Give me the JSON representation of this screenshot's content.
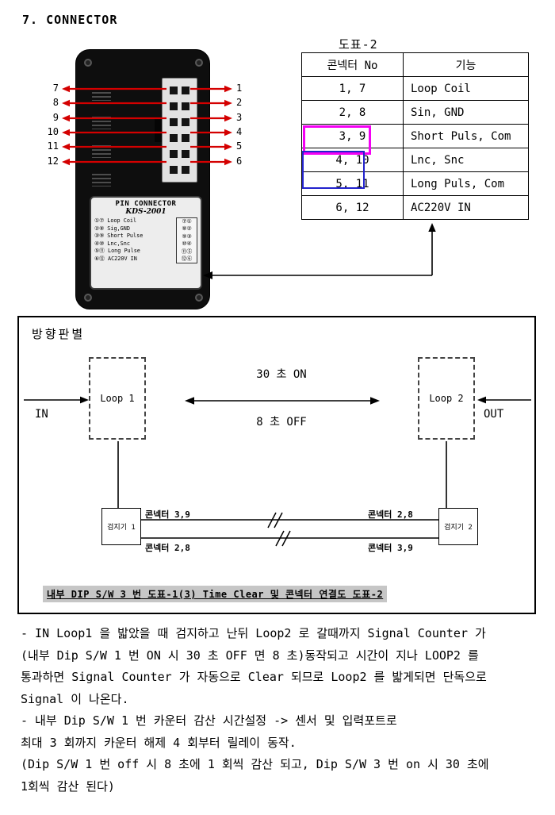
{
  "page": {
    "heading": "7. CONNECTOR"
  },
  "colors": {
    "arrow_red": "#d40000",
    "annotation_magenta": "#f400f4",
    "annotation_blue": "#2222cc",
    "caption_bg": "#c6c6c6"
  },
  "device": {
    "left_pins": [
      "7",
      "8",
      "9",
      "10",
      "11",
      "12"
    ],
    "right_pins": [
      "1",
      "2",
      "3",
      "4",
      "5",
      "6"
    ],
    "panel": {
      "title": "PIN CONNECTOR",
      "model": "KDS-2001",
      "pin_functions": [
        "①⑦ Loop Coil",
        "②⑧ Sig,GND",
        "③⑨ Short Pulse",
        "④⑩ Lnc,Snc",
        "⑤⑪ Long Pulse",
        "⑥⑫ AC220V IN"
      ],
      "pin_grid": [
        "⑦①",
        "⑧②",
        "⑨③",
        "⑩④",
        "⑪⑤",
        "⑫⑥"
      ]
    }
  },
  "table": {
    "title": "도표-2",
    "col_no": "콘넥터 No",
    "col_func": "기능",
    "rows": [
      {
        "no": "1, 7",
        "func": "Loop Coil"
      },
      {
        "no": "2, 8",
        "func": "Sin, GND"
      },
      {
        "no": "3, 9",
        "func": "Short Puls, Com"
      },
      {
        "no": "4, 10",
        "func": "Lnc, Snc"
      },
      {
        "no": "5, 11",
        "func": "Long Puls, Com"
      },
      {
        "no": "6, 12",
        "func": "AC220V IN"
      }
    ]
  },
  "diagram": {
    "title": "방향판별",
    "loop1": "Loop 1",
    "loop2": "Loop 2",
    "in": "IN",
    "out": "OUT",
    "on_time": "30 초 ON",
    "off_time": "8 초 OFF",
    "detector1": "검지기 1",
    "detector2": "검지기 2",
    "wire_top_left": "콘넥터 3,9",
    "wire_top_right": "콘넥터 2,8",
    "wire_bottom_left": "콘넥터 2,8",
    "wire_bottom_right": "콘넥터 3,9",
    "caption": "내부 DIP S/W 3 번 도표-1(3) Time Clear 및 콘넥터 연결도 도표-2"
  },
  "body": {
    "lines": [
      "- IN Loop1 을 밟았을 때 검지하고 난뒤 Loop2 로 갈때까지 Signal Counter 가",
      "(내부 Dip S/W 1 번 ON 시 30 초 OFF 면 8 초)동작되고 시간이 지나 LOOP2 를",
      "통과하면 Signal Counter 가 자동으로 Clear 되므로 Loop2 를 밟게되면 단독으로",
      "Signal 이 나온다.",
      "- 내부 Dip S/W 1 번 카운터 감산 시간설정 -> 센서 및 입력포트로",
      "최대 3 회까지 카운터 해제 4 회부터 릴레이 동작.",
      "(Dip S/W 1 번 off 시 8 초에 1 회씩 감산 되고, Dip S/W 3 번 on 시 30 초에",
      "1회씩 감산 된다)"
    ]
  }
}
